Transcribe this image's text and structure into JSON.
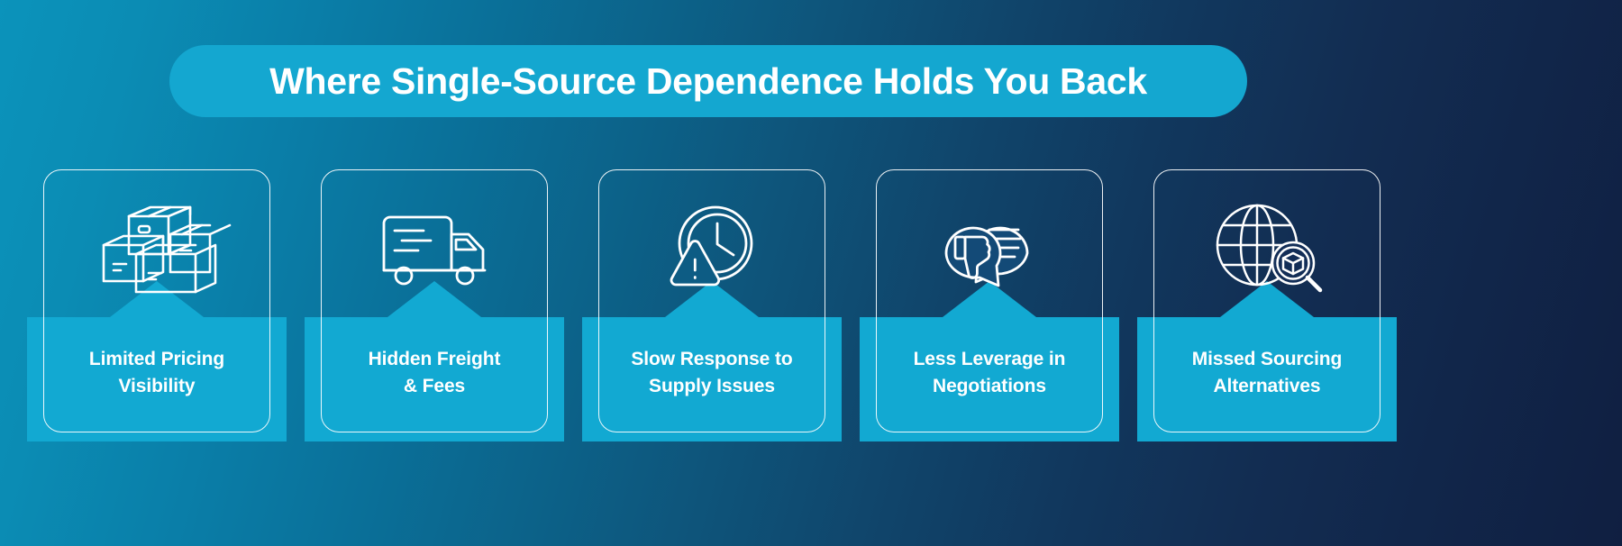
{
  "header": {
    "title": "Where Single-Source Dependence Holds You Back",
    "pill_color": "#14a7d0",
    "title_color": "#ffffff"
  },
  "theme": {
    "background_from": "#0b93bb",
    "background_to": "#101f41",
    "band_color": "#12a9d2",
    "card_border_color": "#ffffff",
    "icon_color": "#ffffff"
  },
  "cards": [
    {
      "icon": "stacked-boxes-icon",
      "label_line1": "Limited Pricing",
      "label_line2": "Visibility"
    },
    {
      "icon": "delivery-truck-icon",
      "label_line1": "Hidden Freight",
      "label_line2": "& Fees"
    },
    {
      "icon": "clock-warning-icon",
      "label_line1": "Slow Response to",
      "label_line2": "Supply Issues"
    },
    {
      "icon": "speech-bubbles-thumbs-down-icon",
      "label_line1": "Less Leverage in",
      "label_line2": "Negotiations"
    },
    {
      "icon": "globe-magnifier-cube-icon",
      "label_line1": "Missed Sourcing",
      "label_line2": "Alternatives"
    }
  ]
}
